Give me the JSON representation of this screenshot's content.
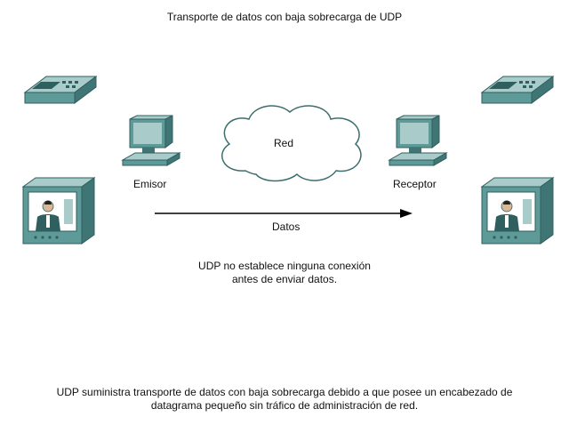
{
  "title": "Transporte de datos con baja sobrecarga de UDP",
  "sender_label": "Emisor",
  "receiver_label": "Receptor",
  "network_label": "Red",
  "data_label": "Datos",
  "note": {
    "line1": "UDP no establece ninguna conexión",
    "line2": "antes de enviar datos."
  },
  "caption": {
    "line1": "UDP suministra transporte de datos con baja sobrecarga debido a que posee un encabezado de",
    "line2": "datagrama pequeño sin tráfico de administración de red."
  },
  "colors": {
    "device_teal": "#5e9a98",
    "device_dark": "#2f5f5e",
    "device_light": "#a9cccb",
    "cloud_stroke": "#3c6e6d"
  },
  "icons": {
    "phone": "ip-phone-icon",
    "pc": "pc-icon",
    "video": "video-terminal-icon",
    "cloud": "network-cloud-icon"
  }
}
